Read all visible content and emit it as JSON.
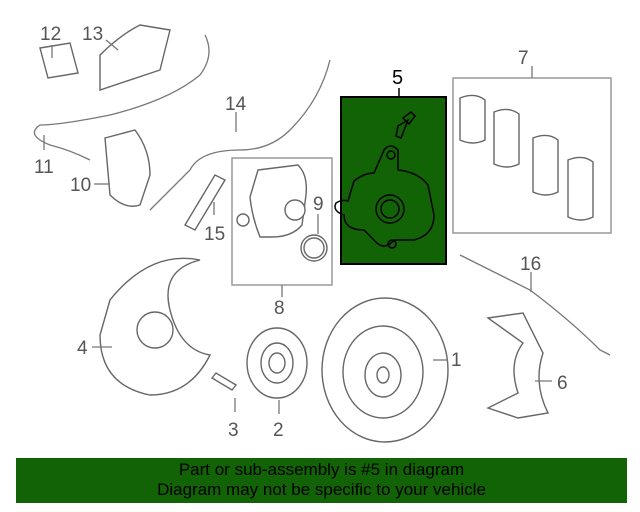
{
  "diagram": {
    "callouts": [
      "1",
      "2",
      "3",
      "4",
      "5",
      "6",
      "7",
      "8",
      "9",
      "10",
      "11",
      "12",
      "13",
      "14",
      "15",
      "16"
    ],
    "highlighted_part": "5",
    "highlight_color": "#126206"
  },
  "banner": {
    "line1": "Part or sub-assembly is #5 in diagram",
    "line2": "Diagram may not be specific to your vehicle"
  }
}
